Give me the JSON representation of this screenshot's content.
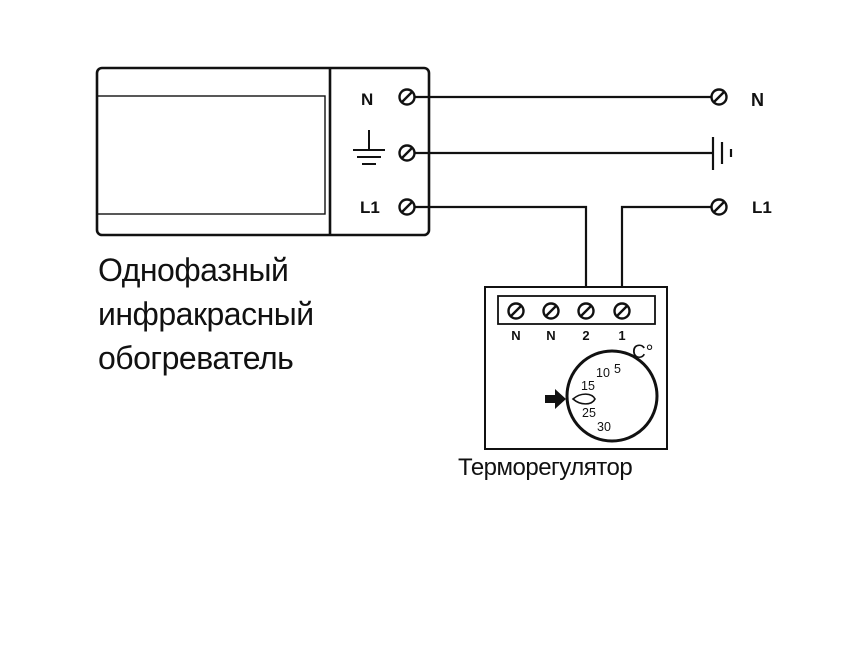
{
  "heater": {
    "terminal_labels": {
      "neutral": "N",
      "live": "L1"
    },
    "caption_lines": [
      "Однофазный",
      "инфракрасный",
      "обогреватель"
    ]
  },
  "mains": {
    "neutral_label": "N",
    "live_label": "L1"
  },
  "thermostat": {
    "terminal_labels": [
      "N",
      "N",
      "2",
      "1"
    ],
    "dial_unit": "C°",
    "dial_scale": [
      "5",
      "10",
      "15",
      "25",
      "30"
    ],
    "caption": "Терморегулятор"
  },
  "icons": [
    "screw-terminal-icon",
    "ground-icon",
    "dial-pointer-arrow-icon"
  ]
}
